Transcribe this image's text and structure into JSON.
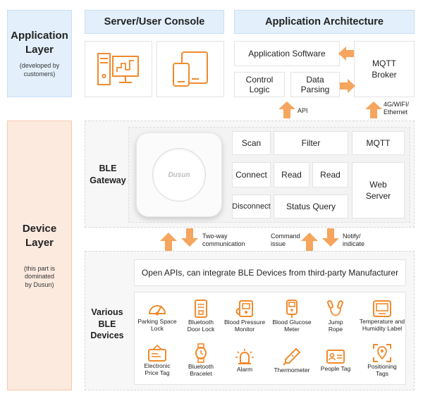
{
  "application_layer": {
    "title_line1": "Application",
    "title_line2": "Layer",
    "note_line1": "(developed by",
    "note_line2": "customers)"
  },
  "device_layer": {
    "title_line1": "Device",
    "title_line2": "Layer",
    "note_line1": "(this part is",
    "note_line2": "dominated",
    "note_line3": "by Dusun)"
  },
  "console": {
    "title": "Server/User Console"
  },
  "architecture": {
    "title": "Application Architecture",
    "app_software": "Application Software",
    "mqtt_broker_line1": "MQTT",
    "mqtt_broker_line2": "Broker",
    "control_logic_line1": "Control",
    "control_logic_line2": "Logic",
    "data_parsing_line1": "Data",
    "data_parsing_line2": "Parsing"
  },
  "arrows_top": {
    "api": "API",
    "network_line1": "4G/WIFI/",
    "network_line2": "Ethernet"
  },
  "gateway": {
    "label_line1": "BLE",
    "label_line2": "Gateway",
    "brand": "Dusun",
    "functions": {
      "scan": "Scan",
      "filter": "Filter",
      "mqtt": "MQTT",
      "connect": "Connect",
      "read1": "Read",
      "read2": "Read",
      "web_server_line1": "Web",
      "web_server_line2": "Server",
      "disconnect": "Disconnect",
      "status_query": "Status Query"
    }
  },
  "arrows_mid": {
    "two_way_line1": "Two-way",
    "two_way_line2": "communication",
    "command_line1": "Command",
    "command_line2": "issue",
    "notify_line1": "Notify/",
    "notify_line2": "indicate"
  },
  "devices": {
    "label_line1": "Various",
    "label_line2": "BLE",
    "label_line3": "Devices",
    "open_apis": "Open APIs, can integrate BLE Devices from third-party Manufacturer",
    "items": [
      {
        "line1": "Parking Space",
        "line2": "Lock",
        "icon": "parking-lock-icon"
      },
      {
        "line1": "Bluetooth",
        "line2": "Door Lock",
        "icon": "door-lock-icon"
      },
      {
        "line1": "Blood Pressure",
        "line2": "Monitor",
        "icon": "blood-pressure-icon"
      },
      {
        "line1": "Blood Glucose",
        "line2": "Meter",
        "icon": "glucose-meter-icon"
      },
      {
        "line1": "Jump",
        "line2": "Rope",
        "icon": "jump-rope-icon"
      },
      {
        "line1": "Temperature and",
        "line2": "Humidity Label",
        "icon": "temp-humidity-icon"
      },
      {
        "line1": "Electronic",
        "line2": "Price Tag",
        "icon": "price-tag-icon"
      },
      {
        "line1": "Bluetooth",
        "line2": "Bracelet",
        "icon": "bracelet-icon"
      },
      {
        "line1": "Alarm",
        "line2": "",
        "icon": "alarm-icon"
      },
      {
        "line1": "Thermometer",
        "line2": "",
        "icon": "thermometer-icon"
      },
      {
        "line1": "People Tag",
        "line2": "",
        "icon": "people-tag-icon"
      },
      {
        "line1": "Positioning",
        "line2": "Tags",
        "icon": "positioning-tag-icon"
      }
    ]
  },
  "colors": {
    "accent_orange": "#f08a2c",
    "app_layer_blue": "#e3f0fb",
    "device_layer_peach": "#fdeadf"
  }
}
